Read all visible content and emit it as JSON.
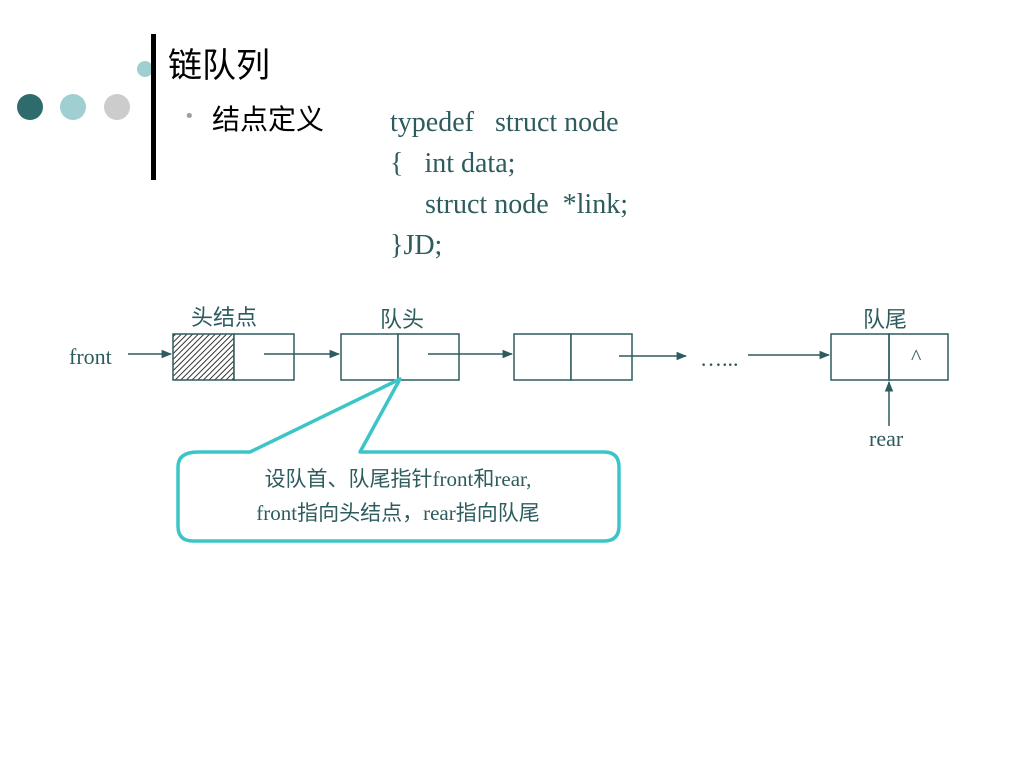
{
  "slide": {
    "title": "链队列",
    "bullet_label": "结点定义",
    "code_lines": [
      "typedef   struct node",
      "{   int data;",
      "     struct node  *link;",
      "}JD;"
    ]
  },
  "diagram": {
    "label_head_node": "头结点",
    "label_queue_head": "队头",
    "label_queue_tail": "队尾",
    "front_label": "front",
    "rear_label": "rear",
    "ellipsis": "…...",
    "null_symbol": "^"
  },
  "callout": {
    "line1": "设队首、队尾指针front和rear,",
    "line2": "front指向头结点，rear指向队尾"
  },
  "colors": {
    "accent_dark": "#2e6b6d",
    "accent_light": "#9fcfd1",
    "accent_gray": "#cccccc",
    "text_teal": "#2e5c5e",
    "callout_border": "#3cc5c8"
  }
}
